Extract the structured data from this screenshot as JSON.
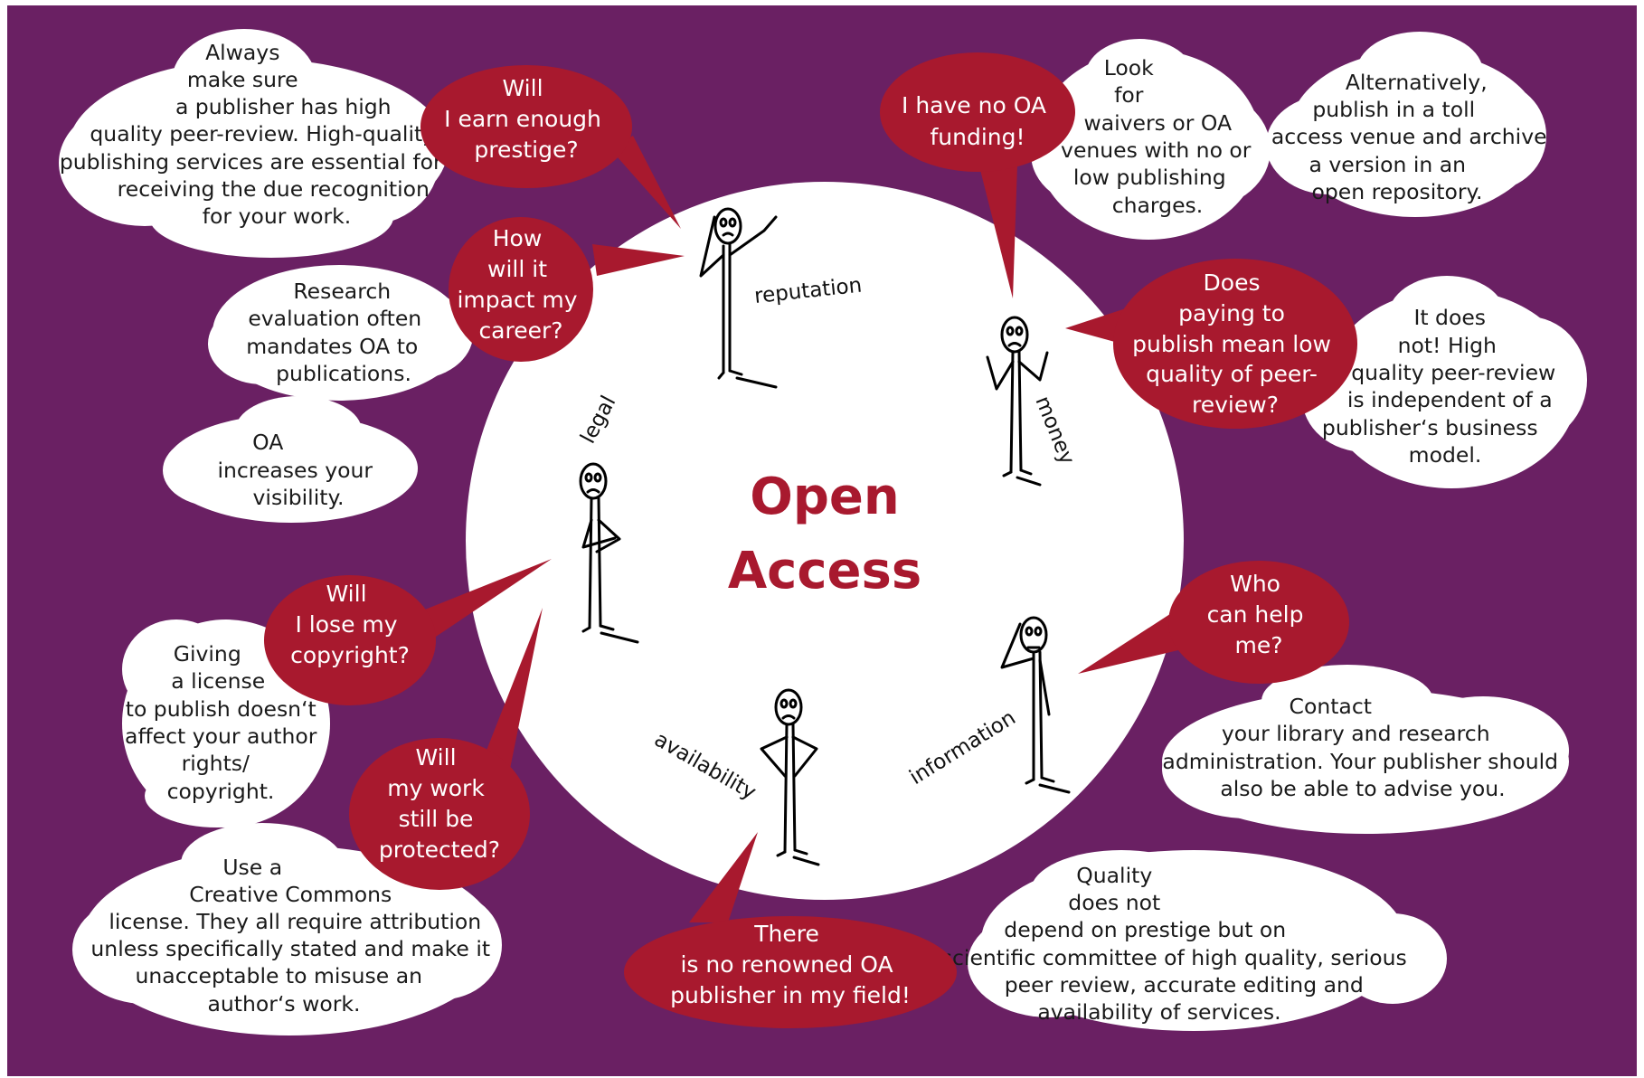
{
  "colors": {
    "background": "#6a2063",
    "question_bubble": "#a8192e",
    "answer_cloud": "#ffffff",
    "title_text": "#a8192e"
  },
  "title": [
    "Open",
    "Access"
  ],
  "aspects": {
    "reputation": "reputation",
    "money": "money",
    "legal": "legal",
    "availability": "availability",
    "information": "information"
  },
  "questions": {
    "prestige": [
      "Will",
      "I earn enough",
      "prestige?"
    ],
    "career": [
      "How",
      "will it",
      "impact my",
      "career?"
    ],
    "funding": [
      "I have no OA",
      "funding!"
    ],
    "peer_review": [
      "Does",
      "paying to",
      "publish mean low",
      "quality of peer-",
      "review?"
    ],
    "help": [
      "Who",
      "can help",
      "me?"
    ],
    "publisher": [
      "There",
      "is no renowned OA",
      "publisher in my field!"
    ],
    "copyright": [
      "Will",
      "I lose my",
      "copyright?"
    ],
    "protected": [
      "Will",
      "my work",
      "still be",
      "protected?"
    ]
  },
  "answers": {
    "peer_review_quality": [
      "Always",
      "make sure",
      "a publisher has high",
      "quality peer-review. High-quality",
      "publishing services are essential for",
      "receiving the due recognition",
      "for your work."
    ],
    "evaluation": [
      "Research",
      "evaluation often",
      "mandates OA to",
      "publications."
    ],
    "visibility": [
      "OA",
      "increases your",
      "visibility."
    ],
    "waivers": [
      "Look",
      "for",
      "waivers or OA",
      "venues with no or",
      "low publishing",
      "charges."
    ],
    "toll_access": [
      "Alternatively,",
      "publish in a toll",
      "access venue and archive",
      "a version in an",
      "open repository."
    ],
    "independent": [
      "It does",
      "not! High",
      "quality peer-review",
      "is independent of a",
      "publisher‘s business",
      "model."
    ],
    "contact": [
      "Contact",
      "your library and research",
      "administration. Your publisher should",
      "also be able to advise you."
    ],
    "quality": [
      "Quality",
      "does not",
      "depend on prestige but on",
      "scientific committee of high quality, serious",
      "peer review, accurate editing   and",
      "availability of services."
    ],
    "license": [
      "Giving",
      "a license",
      "to publish doesn‘t",
      "affect your author",
      "rights/",
      "copyright."
    ],
    "creative_commons": [
      "Use a",
      "Creative Commons",
      "license. They all require attribution",
      "unless specifically stated and make it",
      "unacceptable to misuse an",
      "author‘s work."
    ]
  }
}
